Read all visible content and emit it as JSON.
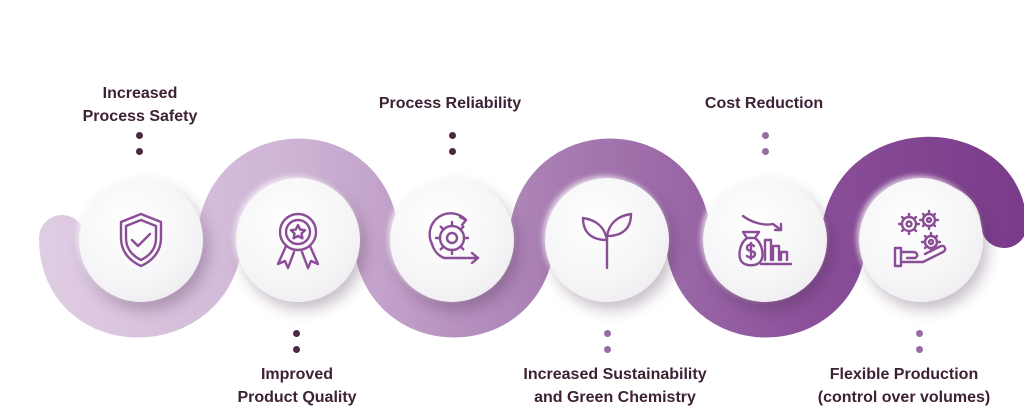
{
  "steps": [
    {
      "lines": [
        "Increased",
        "Process Safety"
      ],
      "icon": "shield-check-icon"
    },
    {
      "lines": [
        "Improved",
        "Product Quality"
      ],
      "icon": "award-ribbon-icon"
    },
    {
      "lines": [
        "Process Reliability"
      ],
      "icon": "gear-cycle-icon"
    },
    {
      "lines": [
        "Increased Sustainability",
        "and Green Chemistry"
      ],
      "icon": "sprout-icon"
    },
    {
      "lines": [
        "Cost Reduction"
      ],
      "icon": "money-bag-chart-icon"
    },
    {
      "lines": [
        "Flexible Production",
        "(control over volumes)"
      ],
      "icon": "hand-gears-icon"
    }
  ],
  "colors": {
    "text": "#3d2236",
    "icon": "#8a4e96",
    "wave_light": "#d7c2dc",
    "wave_mid": "#a77bb1",
    "wave_dark": "#7c3f8c",
    "dot_dark": "#4a2a42",
    "dot_light": "#9a6aa4"
  }
}
